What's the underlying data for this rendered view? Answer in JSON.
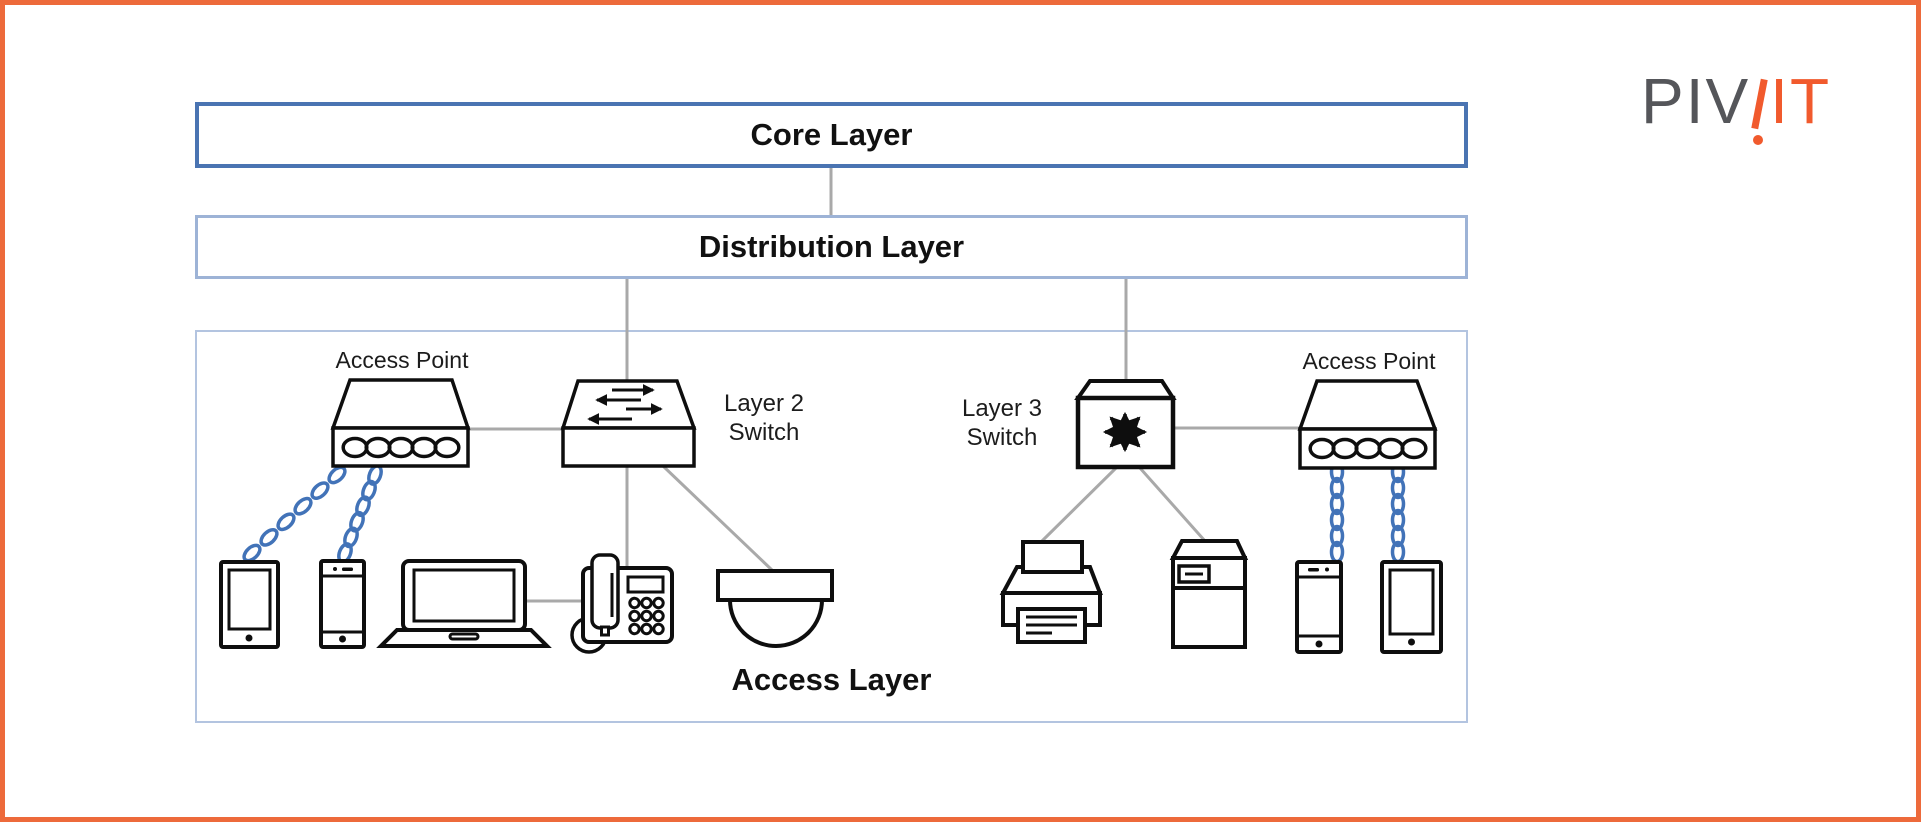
{
  "logo": {
    "text_gray": "PIV",
    "text_orange": "IT"
  },
  "layers": {
    "core": "Core Layer",
    "distribution": "Distribution Layer",
    "access": "Access Layer"
  },
  "labels": {
    "access_point_left": "Access Point",
    "access_point_right": "Access Point",
    "layer2": {
      "line1": "Layer 2",
      "line2": "Switch"
    },
    "layer3": {
      "line1": "Layer 3",
      "line2": "Switch"
    }
  },
  "devices": {
    "network": [
      "access-point",
      "layer2-switch",
      "layer3-switch",
      "access-point"
    ],
    "left_group": [
      "tablet",
      "smartphone",
      "laptop",
      "ip-phone",
      "dome-camera"
    ],
    "right_group": [
      "printer",
      "server",
      "smartphone",
      "tablet"
    ],
    "wireless_links": 4
  },
  "colors": {
    "frame": "#ED6A3B",
    "core_border": "#4A74B2",
    "distribution_border": "#9DB3D6",
    "access_border": "#B3C4E0",
    "connector": "#A9A9A9",
    "wireless": "#4273B8",
    "logo_gray": "#55565A",
    "logo_orange": "#F15A2D"
  }
}
